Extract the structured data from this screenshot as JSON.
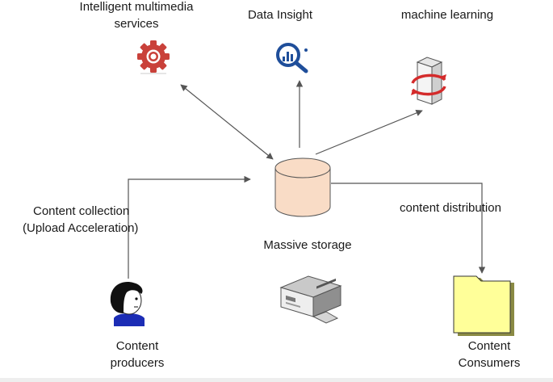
{
  "nodes": {
    "multimedia": {
      "line1": "Intelligent multimedia",
      "line2": "services",
      "icon": "gear-icon"
    },
    "insight": {
      "label": "Data Insight",
      "icon": "magnifier-chart-icon"
    },
    "ml": {
      "label": "machine learning",
      "icon": "server-cycle-icon"
    },
    "storage": {
      "label": "Massive storage",
      "icon": "database-cylinder-icon",
      "device_icon": "server-rack-icon"
    },
    "producers": {
      "line1": "Content",
      "line2": "producers",
      "icon": "user-avatar-icon"
    },
    "consumers": {
      "line1": "Content",
      "line2": "Consumers",
      "icon": "folder-icon"
    }
  },
  "edges": {
    "collection": {
      "line1": "Content collection",
      "line2": "(Upload Acceleration)"
    },
    "distribution": {
      "label": "content distribution"
    }
  },
  "colors": {
    "gear": "#c9413a",
    "insight_blue": "#1f4e9a",
    "cylinder_fill": "#f9dcc6",
    "folder_fill": "#ffff99",
    "arrow": "#555555"
  }
}
